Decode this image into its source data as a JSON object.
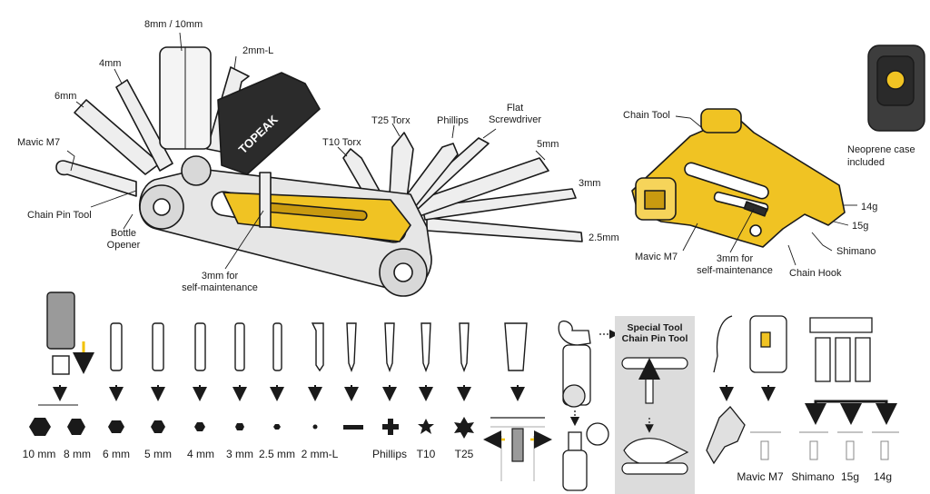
{
  "colors": {
    "gold": "#f0c323",
    "gold_dark": "#c99a10",
    "steel": "#e8e8e8",
    "outline": "#1a1a1a",
    "panel": "#dcdcdc",
    "arrow_yellow": "#f2c200"
  },
  "multitool": {
    "brand_text": "TOPEAK",
    "labels": {
      "hex_8_10": "8mm / 10mm",
      "hex_2l": "2mm-L",
      "hex_4": "4mm",
      "hex_6": "6mm",
      "mavic": "Mavic M7",
      "chain_pin": "Chain Pin Tool",
      "bottle_line1": "Bottle",
      "bottle_line2": "Opener",
      "self_maint_line1": "3mm for",
      "self_maint_line2": "self-maintenance",
      "t10": "T10 Torx",
      "t25": "T25 Torx",
      "phillips": "Phillips",
      "flat_line1": "Flat",
      "flat_line2": "Screwdriver",
      "hex_5": "5mm",
      "hex_3": "3mm",
      "hex_25": "2.5mm"
    }
  },
  "chain_tool": {
    "labels": {
      "chain_tool": "Chain Tool",
      "g14": "14g",
      "g15": "15g",
      "shimano": "Shimano",
      "chain_hook": "Chain Hook",
      "mavic": "Mavic M7",
      "self_maint_line1": "3mm for",
      "self_maint_line2": "self-maintenance"
    }
  },
  "case": {
    "line1": "Neoprene case",
    "line2": "included"
  },
  "special_panel": {
    "line1": "Special Tool",
    "line2": "Chain Pin Tool"
  },
  "bottom_labels": [
    "10 mm",
    "8 mm",
    "6 mm",
    "5 mm",
    "4 mm",
    "3 mm",
    "2.5 mm",
    "2 mm-L",
    "Phillips",
    "T10",
    "T25"
  ],
  "spoke_labels": [
    "Mavic M7",
    "Shimano",
    "15g",
    "14g"
  ]
}
